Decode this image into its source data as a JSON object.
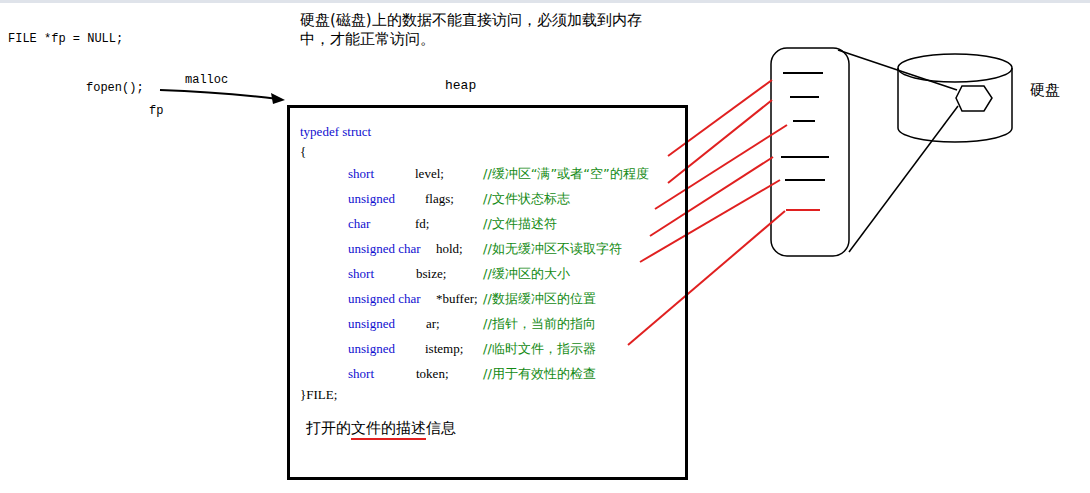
{
  "diagram": {
    "nodes": [
      {
        "text": [
          "heap",
          "typedef struct",
          "{",
          "short",
          "level;",
          "//缓冲区“满”或者“空”的程度",
          "unsigned",
          "flags;",
          "//文件状态标志",
          "char",
          "fd;",
          "//文件描述符",
          "unsigned char",
          "hold;",
          "//如无缓冲区不读取字符",
          "short",
          "bsize;",
          "//缓冲区的大小",
          "unsigned char",
          "*buffer;",
          "//数据缓冲区的位置",
          "unsigned",
          "ar;",
          "//指针，当前的指向",
          "unsigned",
          "istemp;",
          "//临时文件，指示器",
          "short",
          "token;",
          "//用于有效性的检查",
          "}FILE;",
          "打开的文件的描述信息"
        ]
      }
    ],
    "labels": [
      "FILE *fp = NULL;",
      "硬盘(磁盘)上的数据不能直接访问，必须加载到内存中，才能正常访问。",
      "fopen();",
      "malloc",
      "fp",
      "硬盘"
    ]
  }
}
